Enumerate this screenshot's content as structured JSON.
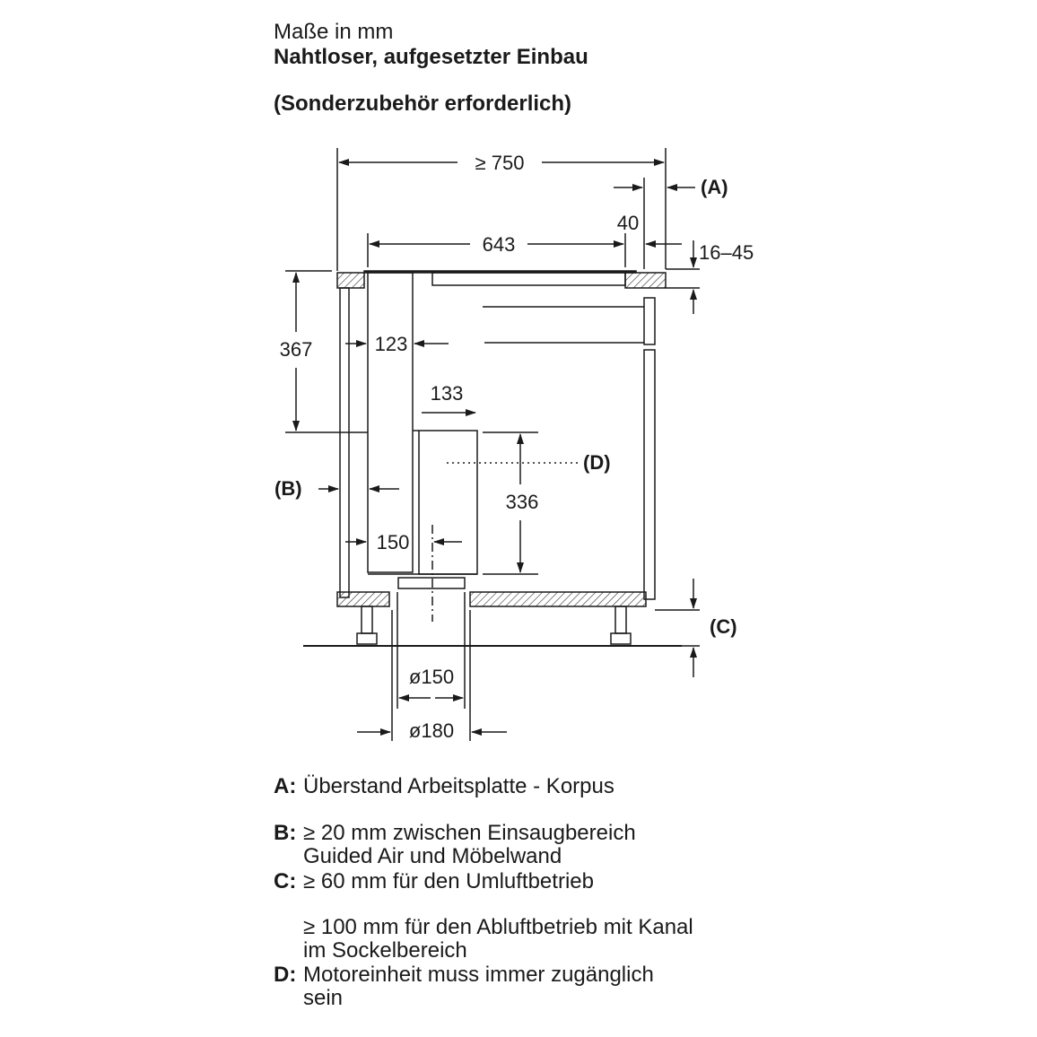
{
  "header": {
    "unit_line": "Maße in mm",
    "title": "Nahtloser, aufgesetzter Einbau",
    "subtitle": "(Sonderzubehör erforderlich)"
  },
  "dimensions": {
    "overall_width": "≥ 750",
    "unit_width": "643",
    "overhang": "40",
    "countertop_thickness": "16–45",
    "upper_height": "367",
    "duct_depth": "123",
    "motor_depth": "133",
    "motor_height": "336",
    "lower_depth": "150",
    "pipe_inner": "ø150",
    "pipe_outer": "ø180"
  },
  "markers": {
    "a": "(A)",
    "b": "(B)",
    "c": "(C)",
    "d": "(D)"
  },
  "legend": [
    {
      "key": "A:",
      "text": "Überstand Arbeitsplatte - Korpus"
    },
    {
      "key": "B:",
      "text": "≥ 20 mm zwischen Einsaugbereich\nGuided Air und Möbelwand"
    },
    {
      "key": "C:",
      "text": "≥ 60 mm für den Umluftbetrieb"
    },
    {
      "key": "",
      "text": "≥ 100 mm für den Abluftbetrieb mit Kanal\nim Sockelbereich"
    },
    {
      "key": "D:",
      "text": "Motoreinheit muss immer zugänglich\nsein"
    }
  ]
}
